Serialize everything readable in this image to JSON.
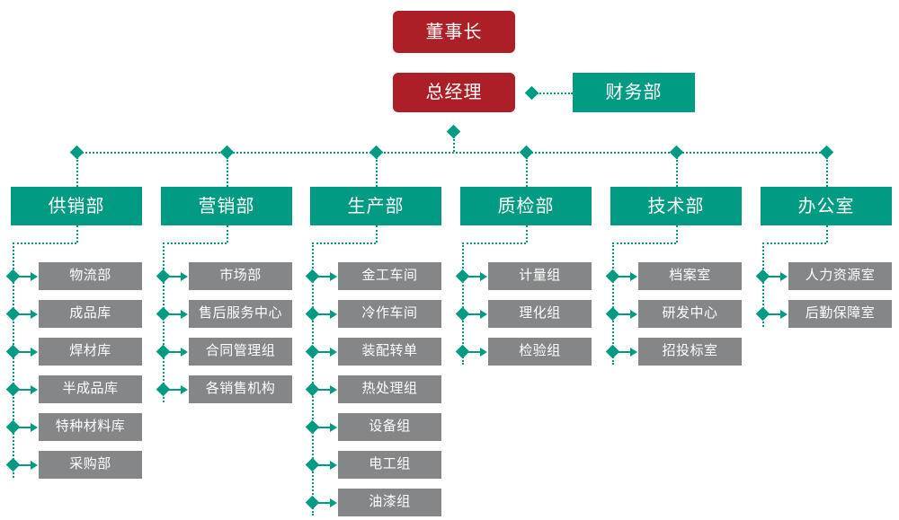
{
  "diagram": {
    "title_chain": {
      "chairman": "董事长",
      "general_manager": "总经理",
      "finance": "财务部"
    },
    "colors": {
      "executive": "#ad1f26",
      "department": "#009b82",
      "sub_unit": "#848687",
      "connector": "#009b82",
      "background": "#ffffff",
      "text": "#ffffff"
    },
    "departments": [
      {
        "label": "供销部",
        "children": [
          "物流部",
          "成品库",
          "焊材库",
          "半成品库",
          "特种材料库",
          "采购部"
        ]
      },
      {
        "label": "营销部",
        "children": [
          "市场部",
          "售后服务中心",
          "合同管理组",
          "各销售机构"
        ]
      },
      {
        "label": "生产部",
        "children": [
          "金工车间",
          "冷作车间",
          "装配转单",
          "热处理组",
          "设备组",
          "电工组",
          "油漆组"
        ]
      },
      {
        "label": "质检部",
        "children": [
          "计量组",
          "理化组",
          "检验组"
        ]
      },
      {
        "label": "技术部",
        "children": [
          "档案室",
          "研发中心",
          "招投标室"
        ]
      },
      {
        "label": "办公室",
        "children": [
          "人力资源室",
          "后勤保障室"
        ]
      }
    ]
  }
}
